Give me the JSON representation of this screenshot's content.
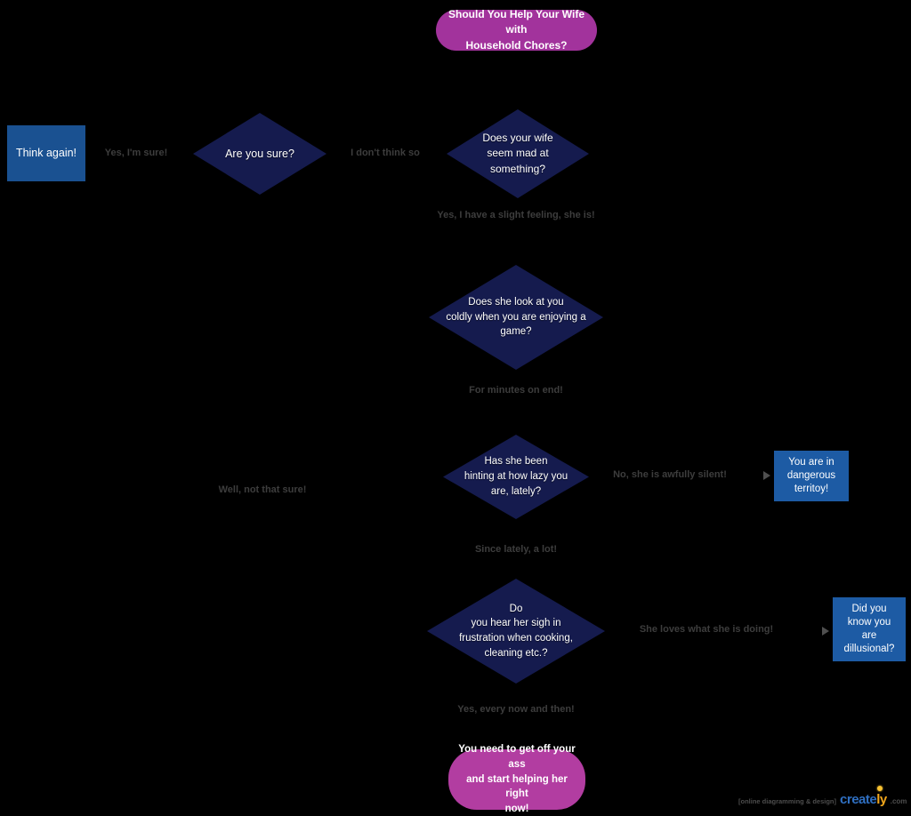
{
  "colors": {
    "background": "#000000",
    "start_node_magenta": "#a2339c",
    "end_node_magenta": "#b23da1",
    "decision_navy": "#151b4e",
    "terminal_blue": "#1d5ba4",
    "think_again_blue": "#1a5191",
    "edge_label_gray": "#3d3d3d",
    "node_text": "#ffffff",
    "brand_blue": "#2f6fc1",
    "brand_yellow": "#f2a71c"
  },
  "nodes": {
    "start": {
      "text": "Should You Help Your Wife with\nHousehold Chores?"
    },
    "think_again": {
      "text": "Think again!"
    },
    "are_you_sure": {
      "text": "Are you sure?"
    },
    "wife_mad": {
      "text": "Does your wife\nseem mad  at\nsomething?"
    },
    "coldly": {
      "text": "Does she look at you\ncoldly when you  are enjoying a\ngame?"
    },
    "hinting": {
      "text": "Has she been\nhinting at how  lazy you\nare, lately?"
    },
    "sigh": {
      "text": "Do\nyou hear her sigh in\nfrustration when  cooking,\ncleaning etc.?"
    },
    "dangerous": {
      "text": "You are in\ndangerous\nterritoy!"
    },
    "dillusional": {
      "text": "Did you\nknow you\nare\ndillusional?"
    },
    "end": {
      "text": "You need to get off your ass\nand start helping her right\nnow!"
    }
  },
  "labels": {
    "yes_im_sure": "Yes, I'm sure!",
    "i_dont_think_so": "I don't think so",
    "slight_feeling": "Yes, I have a slight feeling, she is!",
    "for_minutes": "For minutes on end!",
    "well_not_sure": "Well, not that sure!",
    "awfully_silent": "No, she is awfully silent!",
    "since_lately": "Since lately, a lot!",
    "she_loves": "She loves what she is doing!",
    "every_now": "Yes, every now and then!"
  },
  "watermark": {
    "prefix": "[online diagramming & design]",
    "brand": "create",
    "brand_accent": "ly",
    "tld": ".com"
  }
}
